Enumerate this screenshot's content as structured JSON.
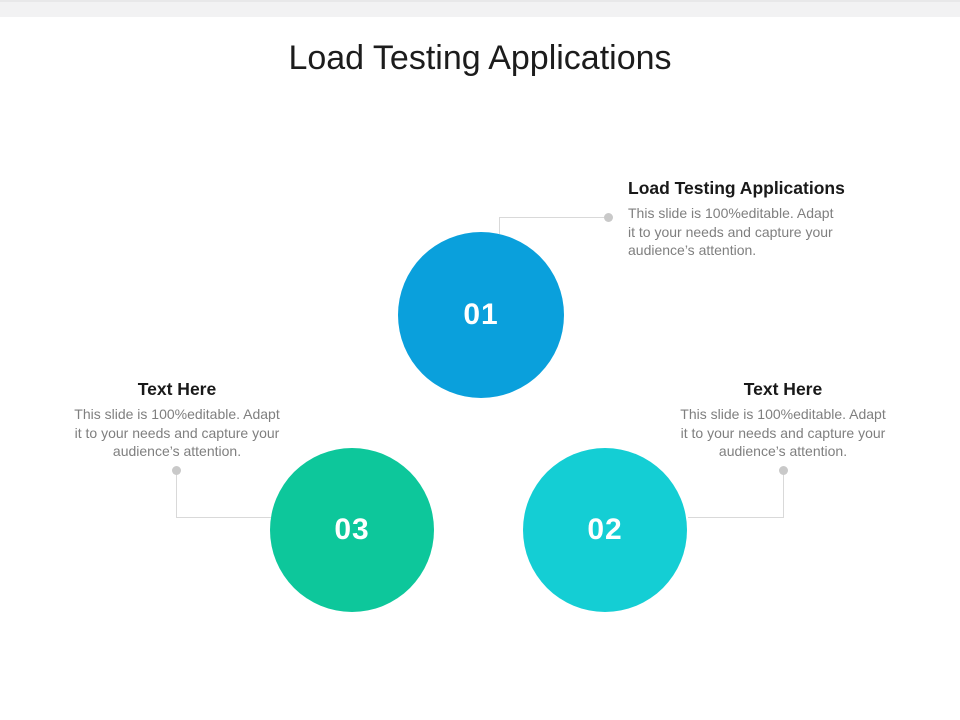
{
  "slide": {
    "title": "Load Testing Applications"
  },
  "items": [
    {
      "number": "01",
      "heading": "Load Testing Applications",
      "body": "This slide is 100%editable. Adapt\nit to your needs and capture your\naudience’s attention."
    },
    {
      "number": "02",
      "heading": "Text Here",
      "body": "This slide is 100%editable. Adapt\nit to your needs and capture your\naudience’s attention."
    },
    {
      "number": "03",
      "heading": "Text Here",
      "body": "This slide is 100%editable. Adapt\nit to your needs and capture your\naudience’s attention."
    }
  ],
  "colors": {
    "circle_01": "#0aa0dc",
    "circle_02": "#14ced4",
    "circle_03": "#0dc79b",
    "connector_line": "#d9d9d9",
    "connector_dot": "#c9c9c9",
    "title_text": "#1c1c1c",
    "heading_text": "#191919",
    "body_text": "#7f7f7f",
    "top_strip": "#f2f2f3",
    "number_text": "#ffffff"
  }
}
